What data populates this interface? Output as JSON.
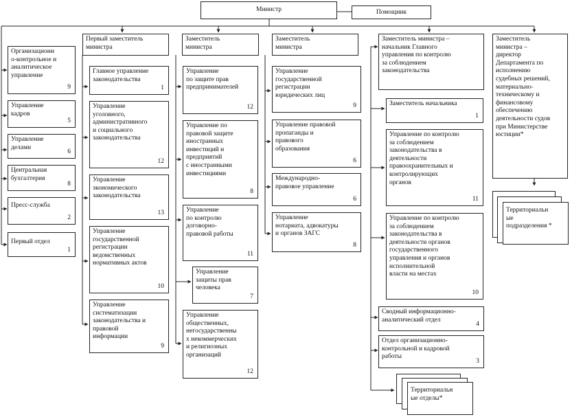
{
  "minister": "Министр",
  "assistant": "Помощник",
  "deputies": {
    "first": "Первый заместитель\nминистра",
    "d2": "Заместитель\nминистра",
    "d3": "Заместитель\nминистра",
    "d4": "Заместитель министра –\nначальник Главного\nуправления по контролю\nза соблюдением\nзаконодательства",
    "d5": "Заместитель\nминистра –\nдиректор\nДепартамента по\nисполнению\nсудебных решений,\nматериально-\nтехническому и\nфинансовому\nобеспечению\nдеятельности судов\nпри Министерстве\nюстиции*"
  },
  "minister_units": [
    {
      "label": "Организационн\nо-контрольное и\nаналитическое\nуправление",
      "num": "9"
    },
    {
      "label": "Управление\nкадров",
      "num": "5"
    },
    {
      "label": "Управление\nделами",
      "num": "6"
    },
    {
      "label": "Центральная\nбухгалтерия",
      "num": "8"
    },
    {
      "label": "Пресс-служба",
      "num": "2"
    },
    {
      "label": "Первый отдел",
      "num": "1"
    }
  ],
  "first_units": [
    {
      "label": "Главное управление\nзаконодательства",
      "num": "1"
    },
    {
      "label": "Управление\nуголовного,\nадминистративного\nи социального\nзаконодательства",
      "num": "12"
    },
    {
      "label": "Управление\nэкономического\nзаконодательства",
      "num": "13"
    },
    {
      "label": "Управление\nгосударственной\nрегистрации\nведомственных\nнормативных актов",
      "num": "10"
    },
    {
      "label": "Управление\nсистематизации\nзаконодательства и\nправовой\nинформации",
      "num": "9"
    }
  ],
  "d2_units": [
    {
      "label": "Управление\nпо защите прав\nпредпринимателей",
      "num": "12"
    },
    {
      "label": "Управление по\nправовой защите\nиностранных\nинвестиций и\nпредприятий\n с иностранными\nинвестициями",
      "num": "8"
    },
    {
      "label": "Управление\nпо контролю\nдоговорно-\nправовой работы",
      "num": "11"
    },
    {
      "label": "Управление\nзащиты прав\nчеловека",
      "num": "7"
    },
    {
      "label": "Управление\nобщественных,\nнегосударственны\nх некоммерческих\nи религиозных\nорганизаций",
      "num": "12"
    }
  ],
  "d3_units": [
    {
      "label": "Управление\nгосударственной\nрегистрации\nюридических лиц",
      "num": "9"
    },
    {
      "label": "Управление правовой\nпропаганды и\nправового\nобразования",
      "num": "6"
    },
    {
      "label": "Международно-\nправовое управление",
      "num": "6"
    },
    {
      "label": "Управление\nнотариата, адвокатуры\nи органов ЗАГС",
      "num": "8"
    }
  ],
  "d4_units": [
    {
      "label": "Заместитель начальника",
      "num": "1"
    },
    {
      "label": "Управление по контролю\nза соблюдением\nзаконодательства в\nдеятельности\nправоохранительных и\nконтролирующих\nорганов",
      "num": "11"
    },
    {
      "label": "Управление по контролю\nза соблюдением\nзаконодательства в\nдеятельности органов\nгосударственного\nуправления и органов\nисполнительной\nвласти на местах",
      "num": "10"
    },
    {
      "label": "Сводный информационно-\nаналитический отдел",
      "num": "4"
    },
    {
      "label": "Отдел организационно-\nконтрольной и кадровой\nработы",
      "num": "3"
    }
  ],
  "territorial_dept": "Территориальн\nые отделы*",
  "territorial_div": "Территориальн\nые\nподразделения *"
}
